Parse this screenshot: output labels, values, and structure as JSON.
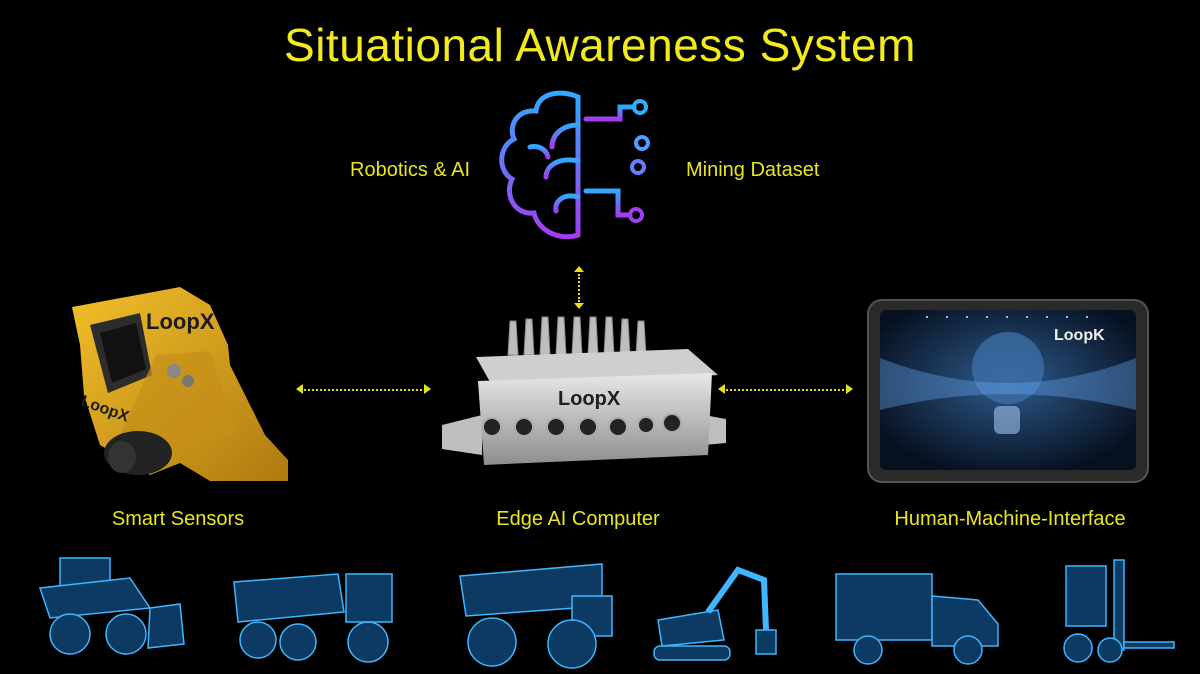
{
  "title": "Situational Awareness System",
  "brain": {
    "left_label": "Robotics & AI",
    "right_label": "Mining Dataset",
    "icon": "brain-circuit-icon"
  },
  "components": {
    "sensor": {
      "label": "Smart Sensors",
      "brand": "LoopX",
      "brand_side": "LoopX"
    },
    "edge": {
      "label": "Edge AI Computer",
      "brand": "LoopX"
    },
    "hmi": {
      "label": "Human-Machine-Interface",
      "brand": "LoopK"
    }
  },
  "vehicles": [
    "wheel-loader-icon",
    "articulated-dump-truck-icon",
    "haul-truck-icon",
    "excavator-icon",
    "ambulance-truck-icon",
    "forklift-icon"
  ],
  "colors": {
    "title": "#f2ea1c",
    "label": "#e9e61e",
    "vehicle_blue": "#3fb6ff",
    "sensor_yellow": "#d9a21a"
  }
}
